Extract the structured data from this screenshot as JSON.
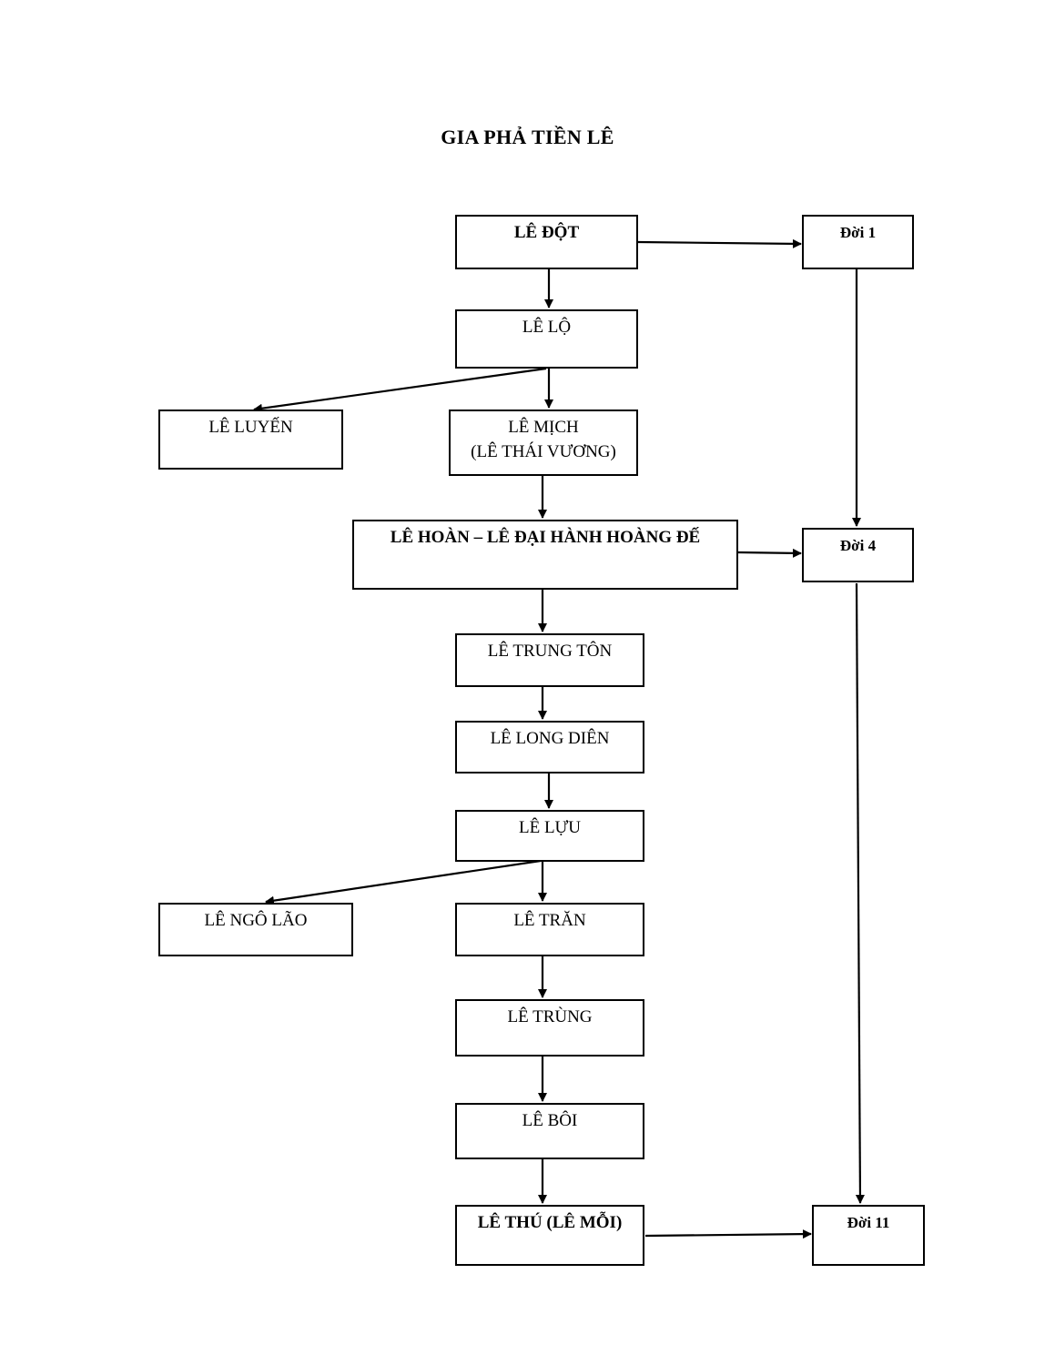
{
  "title": "GIA PHẢ TIỀN LÊ",
  "nodes": {
    "le_dot": "LÊ ĐỘT",
    "le_lo": "LÊ LỘ",
    "le_luyen": "LÊ LUYẾN",
    "le_mich": {
      "line1": "LÊ MỊCH",
      "line2": "(LÊ THÁI VƯƠNG)"
    },
    "le_hoan": "LÊ HOÀN – LÊ ĐẠI HÀNH HOÀNG ĐẾ",
    "le_trung_ton": "LÊ TRUNG TÔN",
    "le_long_dien": "LÊ LONG DIÊN",
    "le_luu": "LÊ LỰU",
    "le_ngo_lao": "LÊ NGÔ LÃO",
    "le_tran": "LÊ TRĂN",
    "le_trung": "LÊ TRÙNG",
    "le_boi": "LÊ BÔI",
    "le_thu": "LÊ THÚ (LÊ MỖI)"
  },
  "generations": {
    "gen1": "Đời 1",
    "gen4": "Đời 4",
    "gen11": "Đời 11"
  }
}
